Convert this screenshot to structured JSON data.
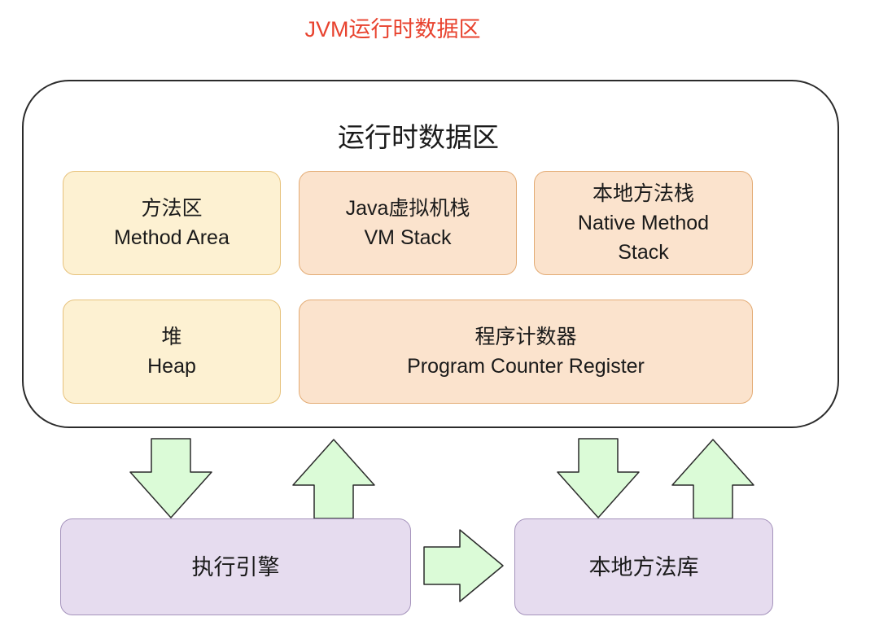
{
  "title": "JVM运行时数据区",
  "runtime_area": {
    "title": "运行时数据区",
    "method_area": {
      "zh": "方法区",
      "en": "Method Area"
    },
    "vm_stack": {
      "zh": "Java虚拟机栈",
      "en": "VM Stack"
    },
    "native_stack": {
      "zh": "本地方法栈",
      "en1": "Native Method",
      "en2": "Stack"
    },
    "heap": {
      "zh": "堆",
      "en": "Heap"
    },
    "pc_register": {
      "zh": "程序计数器",
      "en": "Program Counter Register"
    }
  },
  "execution_engine": {
    "label": "执行引擎"
  },
  "native_library": {
    "label": "本地方法库"
  },
  "colors": {
    "title": "#e8432f",
    "yellow_fill": "#fdf1d2",
    "peach_fill": "#fbe3cd",
    "purple_fill": "#e6dcef",
    "arrow_fill": "#dbfbd7",
    "arrow_stroke": "#2b2b2b"
  }
}
